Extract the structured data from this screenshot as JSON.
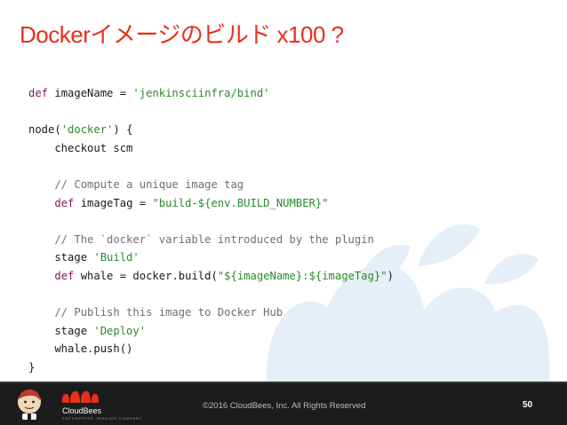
{
  "slide": {
    "title": "Dockerイメージのビルド x100 ?",
    "code_lines": [
      [
        {
          "t": "def",
          "c": "kw"
        },
        {
          "t": " imageName = ",
          "c": ""
        },
        {
          "t": "'jenkinsciinfra/bind'",
          "c": "str"
        }
      ],
      [],
      [
        {
          "t": "node(",
          "c": ""
        },
        {
          "t": "'docker'",
          "c": "str"
        },
        {
          "t": ") {",
          "c": ""
        }
      ],
      [
        {
          "t": "    checkout scm",
          "c": ""
        }
      ],
      [],
      [
        {
          "t": "    // Compute a unique image tag",
          "c": "cm"
        }
      ],
      [
        {
          "t": "    ",
          "c": ""
        },
        {
          "t": "def",
          "c": "kw"
        },
        {
          "t": " imageTag = ",
          "c": ""
        },
        {
          "t": "\"build-${env.BUILD_NUMBER}\"",
          "c": "str"
        }
      ],
      [],
      [
        {
          "t": "    // The `docker` variable introduced by the plugin",
          "c": "cm"
        }
      ],
      [
        {
          "t": "    stage ",
          "c": ""
        },
        {
          "t": "'Build'",
          "c": "str"
        }
      ],
      [
        {
          "t": "    ",
          "c": ""
        },
        {
          "t": "def",
          "c": "kw"
        },
        {
          "t": " whale = docker.build(",
          "c": ""
        },
        {
          "t": "\"${imageName}:${imageTag}\"",
          "c": "str"
        },
        {
          "t": ")",
          "c": ""
        }
      ],
      [],
      [
        {
          "t": "    // Publish this image to Docker Hub",
          "c": "cm"
        }
      ],
      [
        {
          "t": "    stage ",
          "c": ""
        },
        {
          "t": "'Deploy'",
          "c": "str"
        }
      ],
      [
        {
          "t": "    whale.push()",
          "c": ""
        }
      ],
      [
        {
          "t": "}",
          "c": ""
        }
      ]
    ]
  },
  "footer": {
    "brand": "CloudBees",
    "brand_tagline": "ENTERPRISE JENKINS COMPANY",
    "copyright": "©2016 CloudBees, Inc. All Rights Reserved",
    "page_number": "50"
  },
  "colors": {
    "title": "#e8301c",
    "keyword": "#8b1a5c",
    "string": "#2a8a2a",
    "comment": "#707070",
    "footer_bg": "#1c1c1c"
  },
  "icons": [
    "cloudbees-watermark",
    "jenkins-butler-icon",
    "cloudbees-logo-icon"
  ]
}
